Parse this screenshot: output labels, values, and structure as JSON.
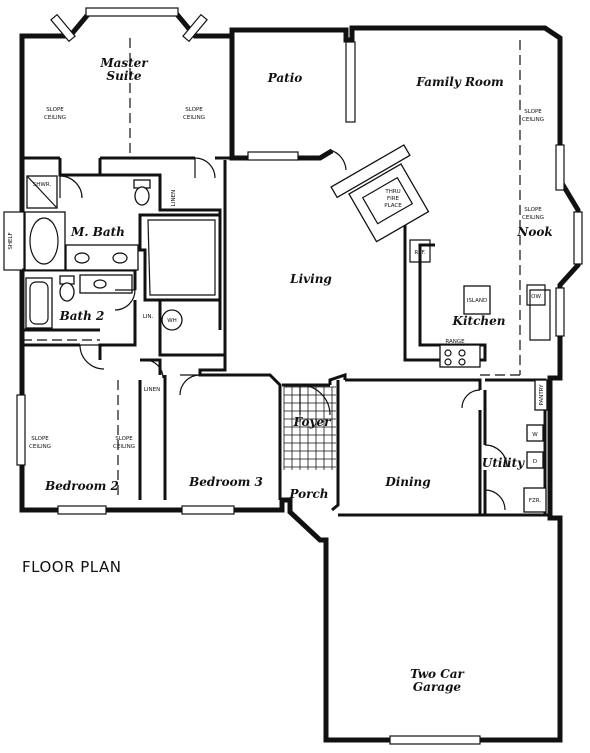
{
  "title": "FLOOR PLAN",
  "rooms": {
    "master_suite": [
      "Master",
      "Suite"
    ],
    "patio": "Patio",
    "family_room": "Family Room",
    "m_bath": "M. Bath",
    "nook": "Nook",
    "living": "Living",
    "kitchen": "Kitchen",
    "bath2": "Bath 2",
    "foyer": "Foyer",
    "utility": "Utility",
    "bedroom2": "Bedroom 2",
    "bedroom3": "Bedroom 3",
    "dining": "Dining",
    "porch": "Porch",
    "garage": [
      "Two Car",
      "Garage"
    ]
  },
  "labels": {
    "slope_ceiling": [
      "SLOPE",
      "CEILING"
    ],
    "fireplace": [
      "THRU",
      "FIRE",
      "PLACE"
    ],
    "shelf": "SHELF",
    "shower": "SHWR.",
    "linen": "LINEN",
    "lin": "LIN.",
    "wh": "WH",
    "ref": "REF.",
    "island": "ISLAND",
    "range": "RANGE",
    "ow": "OW",
    "pantry": "PANTRY",
    "w": "W",
    "d": "D",
    "fzr": "FZR."
  }
}
